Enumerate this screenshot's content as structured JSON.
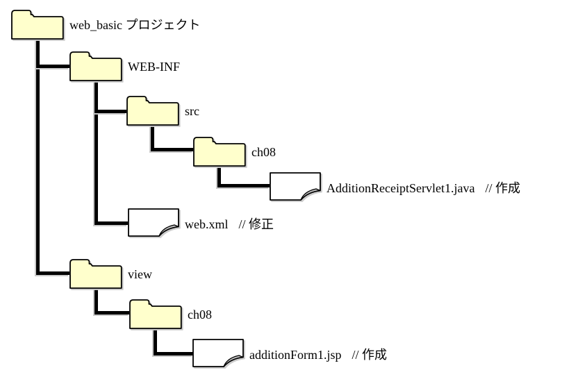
{
  "diagram": {
    "background_color": "#ffffff",
    "folder_fill_color": "#ffffcc",
    "file_fill_color": "#ffffff",
    "fold_fill_color": "#c0c0c0",
    "connector_color": "#000000",
    "nodes": {
      "root": {
        "type": "folder",
        "label": "web_basic プロジェクト"
      },
      "web_inf": {
        "type": "folder",
        "label": "WEB-INF"
      },
      "src": {
        "type": "folder",
        "label": "src"
      },
      "ch08_src": {
        "type": "folder",
        "label": "ch08"
      },
      "servlet_java": {
        "type": "file",
        "label": "AdditionReceiptServlet1.java",
        "comment": "// 作成"
      },
      "web_xml": {
        "type": "file",
        "label": "web.xml",
        "comment": "// 修正"
      },
      "view": {
        "type": "folder",
        "label": "view"
      },
      "ch08_view": {
        "type": "folder",
        "label": "ch08"
      },
      "addition_form_jsp": {
        "type": "file",
        "label": "additionForm1.jsp",
        "comment": "// 作成"
      }
    },
    "hierarchy": [
      "web_basic プロジェクト > WEB-INF > src > ch08 > AdditionReceiptServlet1.java",
      "web_basic プロジェクト > WEB-INF > web.xml",
      "web_basic プロジェクト > view > ch08 > additionForm1.jsp"
    ]
  }
}
